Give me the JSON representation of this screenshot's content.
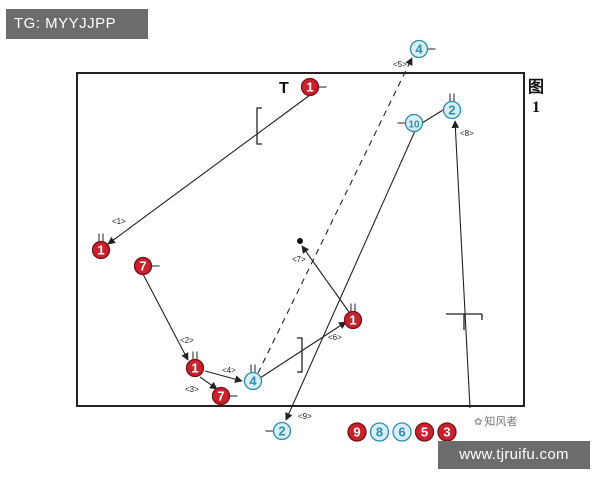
{
  "header_tag": "TG: MYYJJPP",
  "site_tag": "www.tjruifu.com",
  "figure_label": {
    "char": "图",
    "number": "1"
  },
  "watermark": {
    "icon": "wechat-icon",
    "text": "知风者"
  },
  "coach_marker": "T",
  "colors": {
    "red": "#c8222e",
    "blue_fill": "#d9eef5",
    "blue_stroke": "#2b8fb0",
    "blue_text": "#2a8fb0",
    "line": "#222222"
  },
  "players": [
    {
      "id": "r1-top",
      "team": "red",
      "number": "1"
    },
    {
      "id": "r1-left",
      "team": "red",
      "number": "1"
    },
    {
      "id": "r7-left",
      "team": "red",
      "number": "7"
    },
    {
      "id": "r1-bottom",
      "team": "red",
      "number": "1"
    },
    {
      "id": "r7-bottom",
      "team": "red",
      "number": "7"
    },
    {
      "id": "r1-mid",
      "team": "red",
      "number": "1"
    },
    {
      "id": "b4-bottom",
      "team": "blue",
      "number": "4"
    },
    {
      "id": "b4-top",
      "team": "blue",
      "number": "4"
    },
    {
      "id": "b10",
      "team": "blue",
      "number": "10"
    },
    {
      "id": "b2-top",
      "team": "blue",
      "number": "2"
    },
    {
      "id": "b2-bottom",
      "team": "blue",
      "number": "2"
    }
  ],
  "steps": [
    "<1>",
    "<2>",
    "<3>",
    "<4>",
    "<5>",
    "<6>",
    "<7>",
    "<8>",
    "<9>"
  ],
  "bench": [
    {
      "team": "red",
      "number": "9"
    },
    {
      "team": "blue",
      "number": "8"
    },
    {
      "team": "blue",
      "number": "6"
    },
    {
      "team": "red",
      "number": "5"
    },
    {
      "team": "red",
      "number": "3"
    }
  ]
}
